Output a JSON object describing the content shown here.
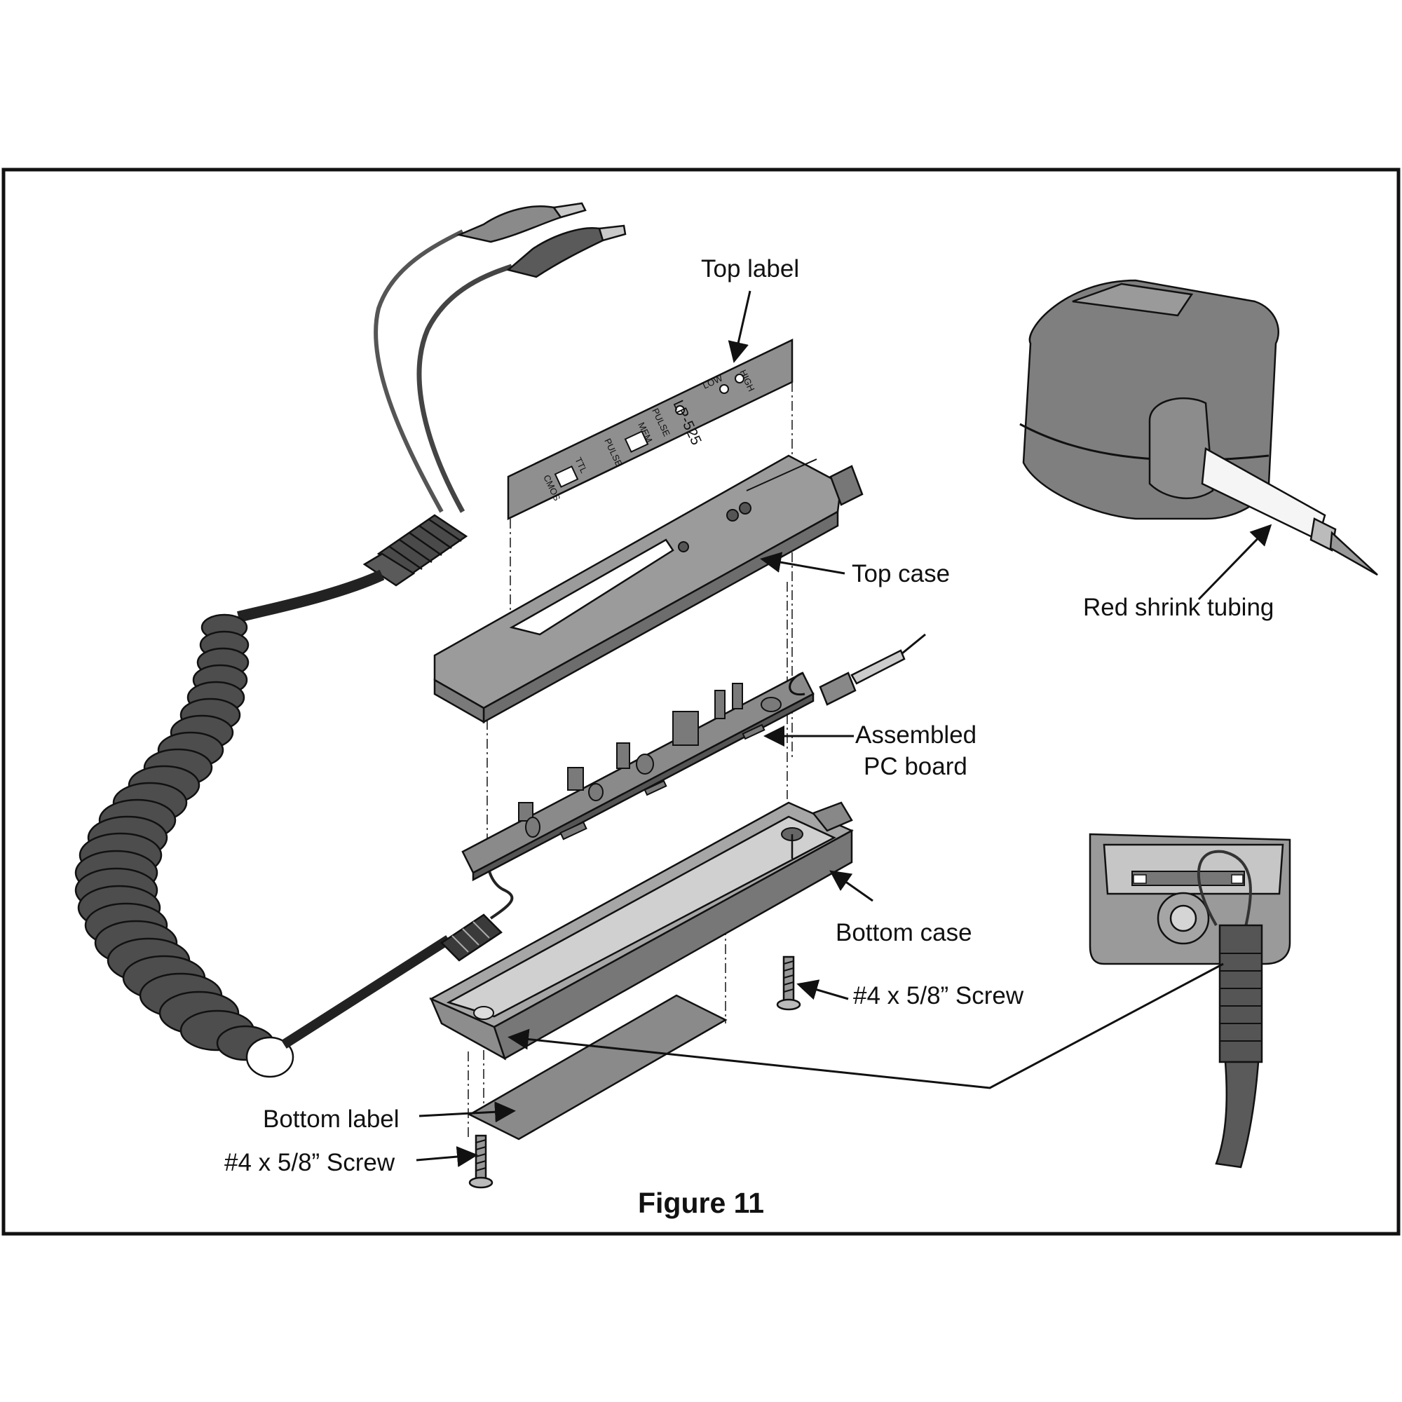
{
  "figure": {
    "caption": "Figure 11",
    "colors": {
      "frame": "#111111",
      "part_fill": "#8a8a8a",
      "part_light": "#c9c9c9",
      "part_dark": "#4a4a4a",
      "background": "#ffffff"
    }
  },
  "callouts": {
    "top_label": "Top label",
    "top_case": "Top case",
    "pc_board_line1": "Assembled",
    "pc_board_line2": "PC board",
    "bottom_case": "Bottom case",
    "screw_right": "#4 x 5/8” Screw",
    "bottom_label": "Bottom label",
    "screw_left": "#4 x 5/8” Screw",
    "shrink_tubing": "Red shrink tubing"
  },
  "top_label_panel": {
    "high": "HIGH",
    "low": "LOW",
    "model": "LP-525",
    "pulse": "PULSE",
    "mem": "MEM",
    "pulse2": "PULSE",
    "ttl": "TTL",
    "cmos": "CMOS"
  }
}
